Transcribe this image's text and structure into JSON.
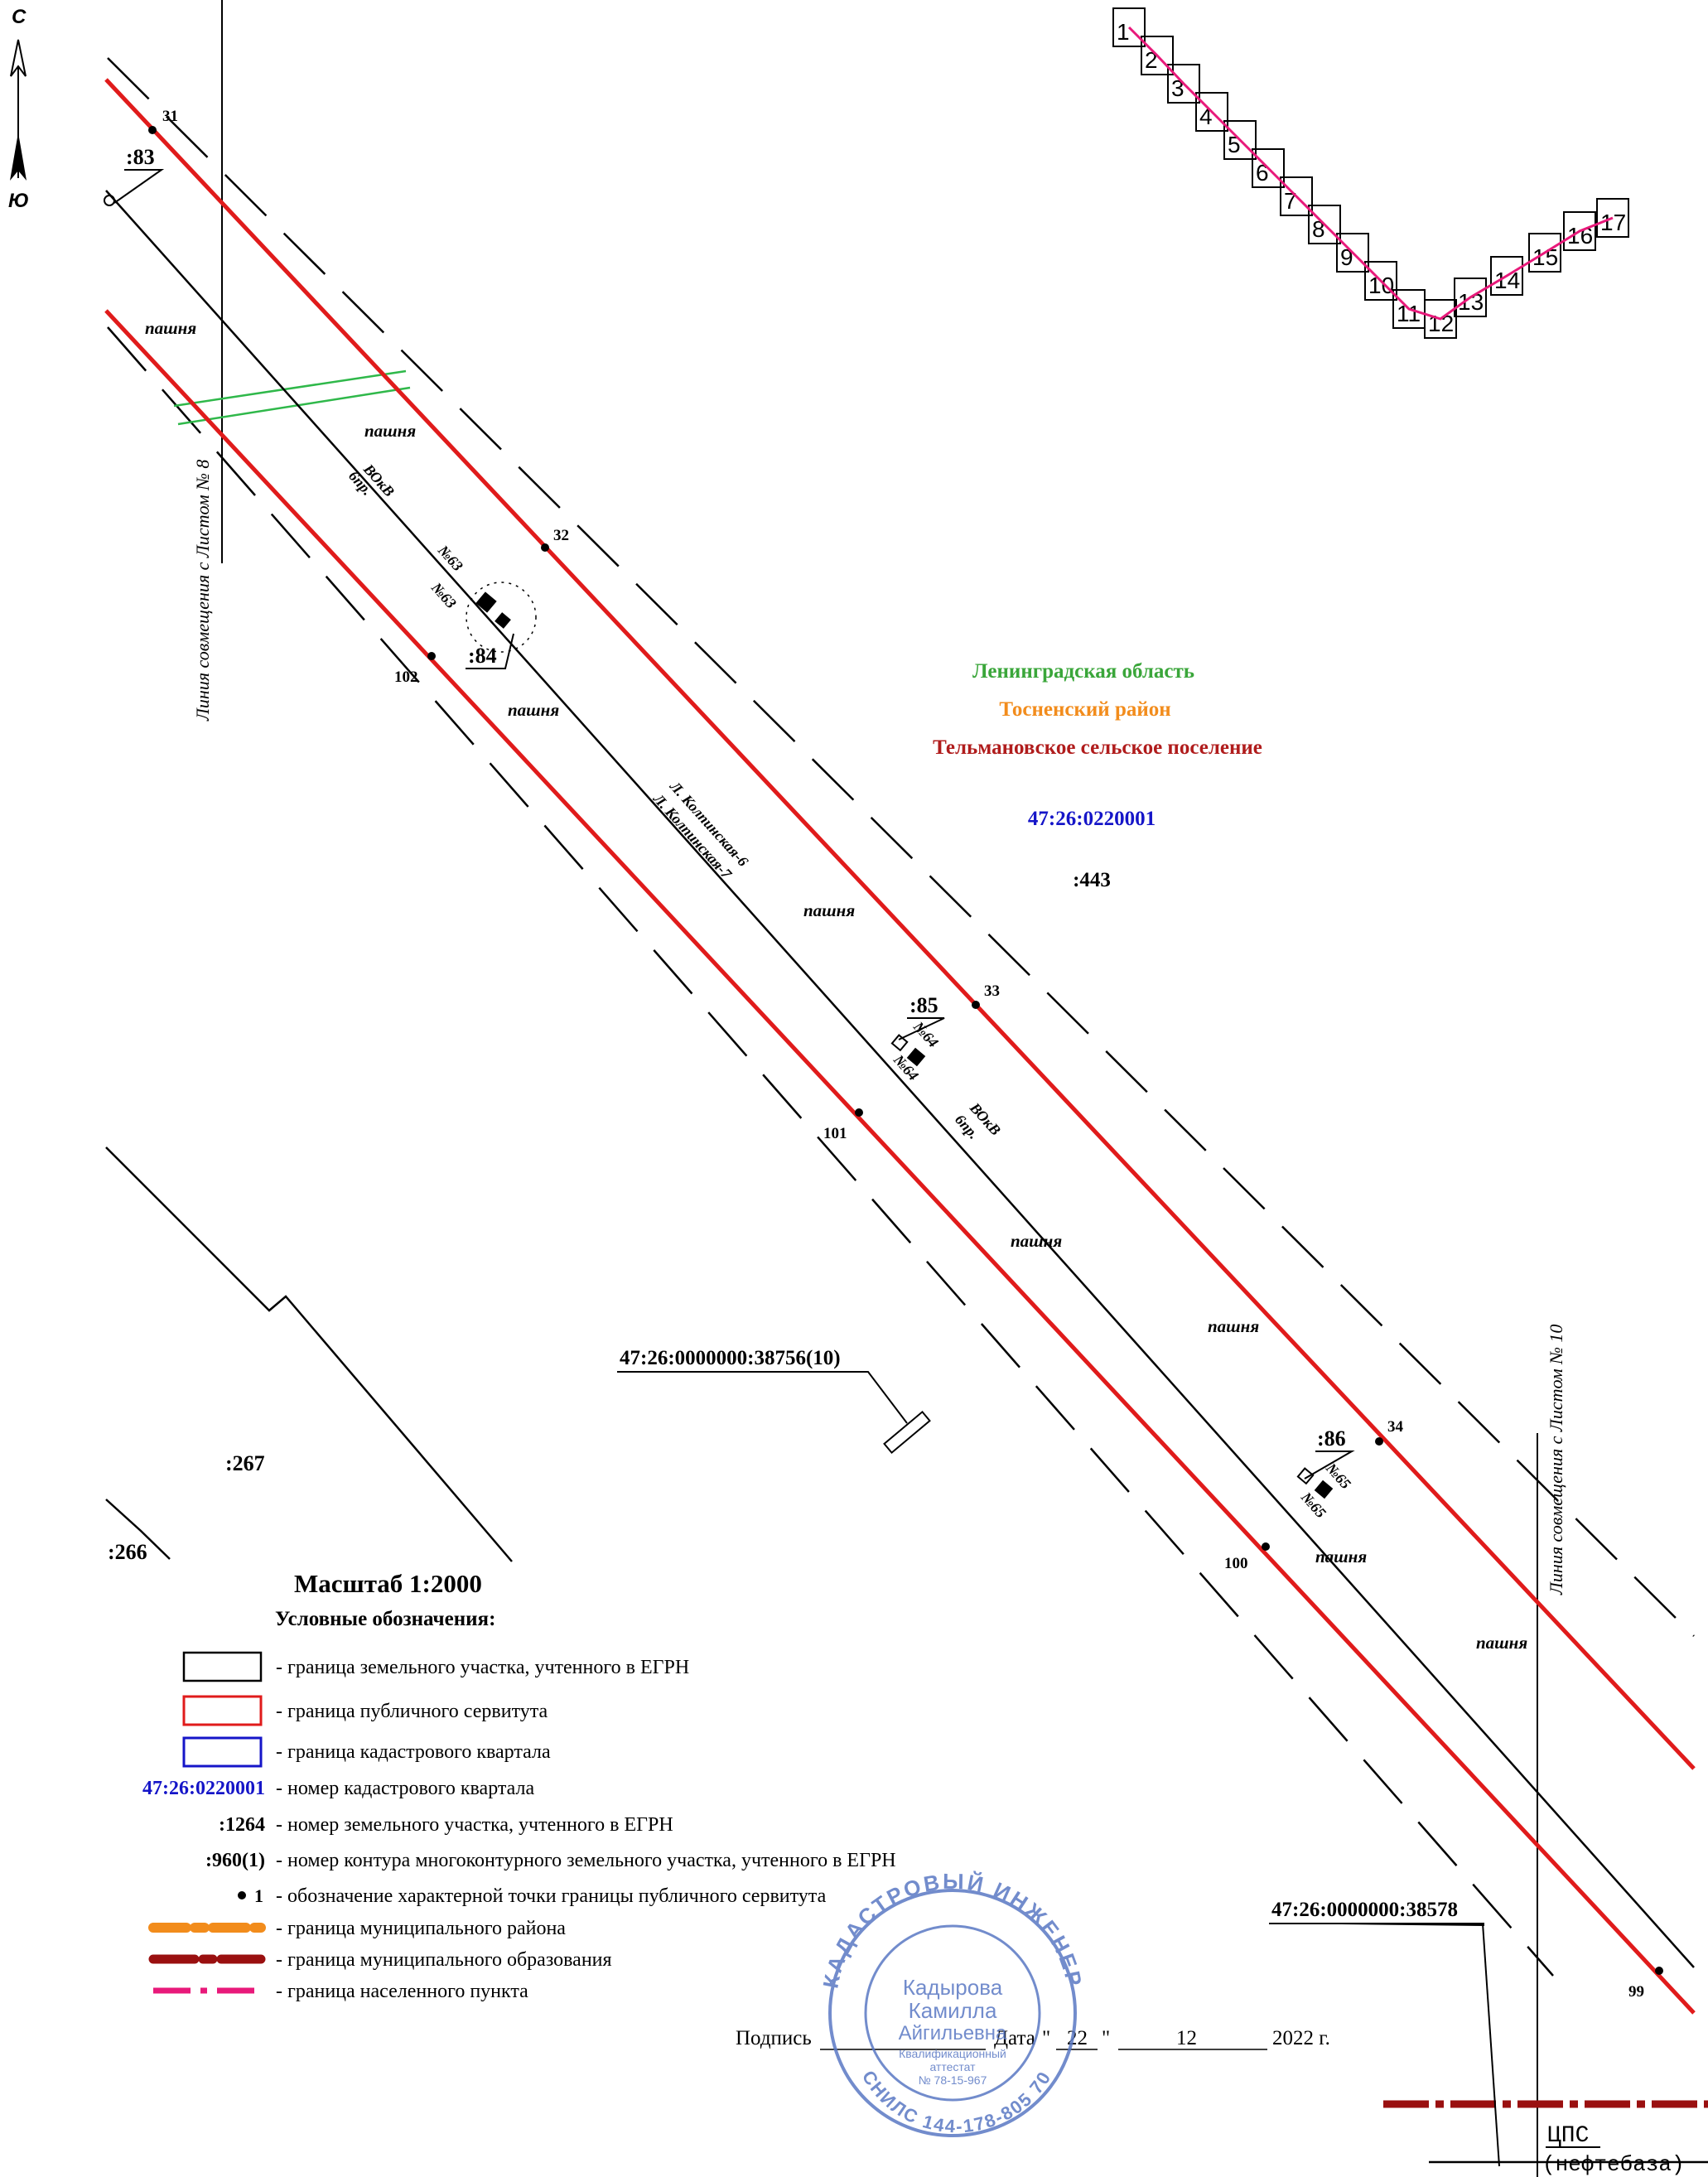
{
  "north_arrow": {
    "north_label": "С",
    "south_label": "Ю"
  },
  "region_labels": {
    "oblast": "Ленинградская область",
    "rayon": "Тосненский район",
    "poselenie": "Тельмановское сельское поселение",
    "kvartal": "47:26:0220001",
    "parcel_443": ":443",
    "parcel_267": ":267",
    "parcel_266": ":266"
  },
  "colors": {
    "oblast": "#3aa63a",
    "rayon": "#f28c1c",
    "poselenie": "#b01c1c",
    "kvartal": "#1515c8",
    "servitut": "#e01b1b",
    "green_line": "#2fb84a",
    "stamp": "#5a78c4"
  },
  "parcel_labels": [
    ":83",
    ":84",
    ":85",
    ":86"
  ],
  "point_labels": [
    "31",
    "32",
    "33",
    "34",
    "102",
    "101",
    "100",
    "99"
  ],
  "field_label": "пашня",
  "line_labels": {
    "vl_1": "ВОкВ",
    "vl_1b": "6пр.",
    "vl_2": "ВОкВ",
    "vl_2b": "6пр.",
    "road_1": "Л. Колпинская-6",
    "road_2": "Л. Колпинская-7",
    "n63": "№63",
    "n64": "№64",
    "n65": "№65",
    "joint_left": "Линия совмещения с Листом № 8",
    "joint_right": "Линия совмещения с Листом № 10"
  },
  "cadastral_refs": {
    "ref_1": "47:26:0000000:38756(10)",
    "ref_2": "47:26:0000000:38578"
  },
  "cps": {
    "title": "ЦПС",
    "subtitle": "(нефтебаза)"
  },
  "key_map": {
    "sheets": [
      "1",
      "2",
      "3",
      "4",
      "5",
      "6",
      "7",
      "8",
      "9",
      "10",
      "11",
      "12",
      "13",
      "14",
      "15",
      "16",
      "17"
    ]
  },
  "legend": {
    "scale": "Масштаб 1:2000",
    "title": "Условные обозначения:",
    "items": [
      {
        "sample": "",
        "text": "- граница земельного участка, учтенного в ЕГРН"
      },
      {
        "sample": "",
        "text": "- граница публичного сервитута"
      },
      {
        "sample": "",
        "text": "- граница кадастрового квартала"
      },
      {
        "sample": "47:26:0220001",
        "text": "- номер кадастрового квартала"
      },
      {
        "sample": ":1264",
        "text": "- номер земельного участка, учтенного в ЕГРН"
      },
      {
        "sample": ":960(1)",
        "text": "- номер контура многоконтурного земельного участка, учтенного в ЕГРН"
      },
      {
        "sample": "1",
        "text": "- обозначение характерной точки границы публичного сервитута"
      },
      {
        "sample": "",
        "text": "- граница муниципального района"
      },
      {
        "sample": "",
        "text": "- граница муниципального образования"
      },
      {
        "sample": "",
        "text": "- граница населенного пункта"
      }
    ]
  },
  "signature": {
    "label": "Подпись",
    "date_label": "Дата",
    "day": "22",
    "month": "12",
    "year": "2022 г.",
    "open_quote": "\"",
    "close_quote": "\""
  },
  "stamp": {
    "ring_text": "КАДАСТРОВЫЙ ИНЖЕНЕР",
    "bottom_text": "СНИЛС 144-178-805 70",
    "line1": "Кадырова",
    "line2": "Камилла",
    "line3": "Айгильевна",
    "line4": "Квалификационный",
    "line5": "аттестат",
    "line6": "№ 78-15-967"
  }
}
